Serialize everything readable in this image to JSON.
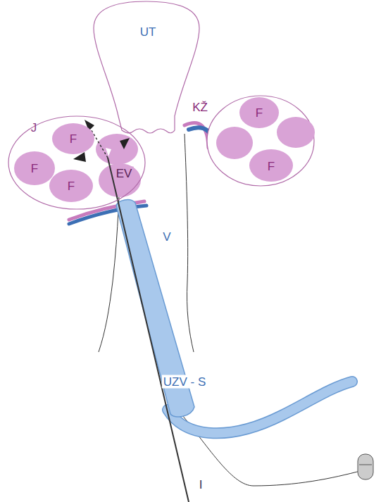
{
  "diagram": {
    "nodes": [
      {
        "text": [
          "UT"
        ]
      },
      {
        "text": [
          "J"
        ]
      },
      {
        "text": [
          "F"
        ],
        "in": 1
      },
      {
        "text": [
          "F"
        ],
        "in": 1
      },
      {
        "text": [
          "F"
        ],
        "in": 1
      },
      {
        "text": [
          "F"
        ]
      },
      {
        "text": [
          "F"
        ]
      }
    ],
    "labels": [
      "EV",
      "KŽ",
      "V",
      "UZV - S",
      "I"
    ]
  }
}
